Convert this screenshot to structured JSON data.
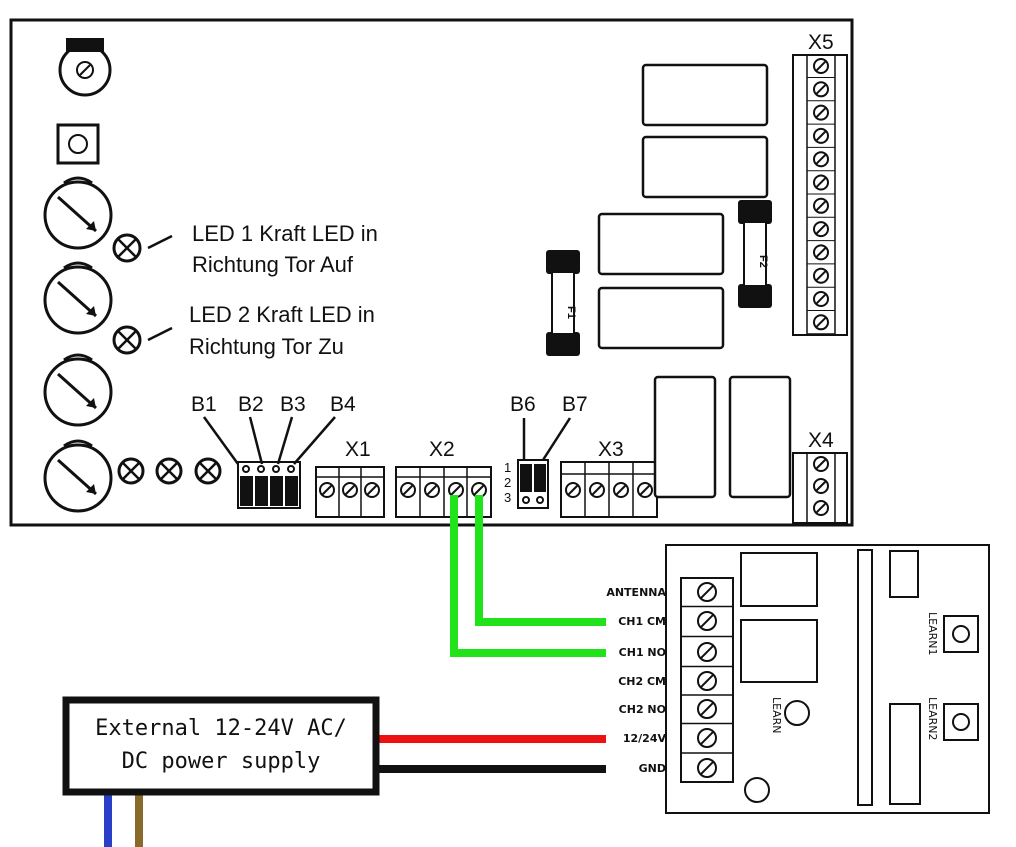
{
  "main_board": {
    "led_labels": {
      "led1_line1": "LED 1 Kraft LED in",
      "led1_line2": "Richtung Tor Auf",
      "led2_line1": "LED 2 Kraft LED in",
      "led2_line2": "Richtung Tor Zu"
    },
    "jumper_labels": [
      "B1",
      "B2",
      "B3",
      "B4",
      "B6",
      "B7"
    ],
    "connector_labels": {
      "x1": "X1",
      "x2": "X2",
      "x3": "X3",
      "x4": "X4",
      "x5": "X5"
    },
    "pin_numbers": [
      "1",
      "2",
      "3"
    ],
    "fuse_labels": {
      "f1": "F1",
      "f2": "F2"
    }
  },
  "receiver": {
    "terminals": [
      "ANTENNA",
      "CH1 CM",
      "CH1 NO",
      "CH2 CM",
      "CH2 NO",
      "12/24V",
      "GND"
    ],
    "buttons": {
      "learn": "LEARN",
      "learn1": "LEARN1",
      "learn2": "LEARN2"
    }
  },
  "power_supply": {
    "line1": "External 12-24V AC/",
    "line2": "DC power supply"
  },
  "colors": {
    "wire_ch1": "#22e31b",
    "wire_power": "#ee1111",
    "wire_gnd": "#111111",
    "wire_blue": "#2a3fc8",
    "wire_brown": "#8a6a2a"
  }
}
